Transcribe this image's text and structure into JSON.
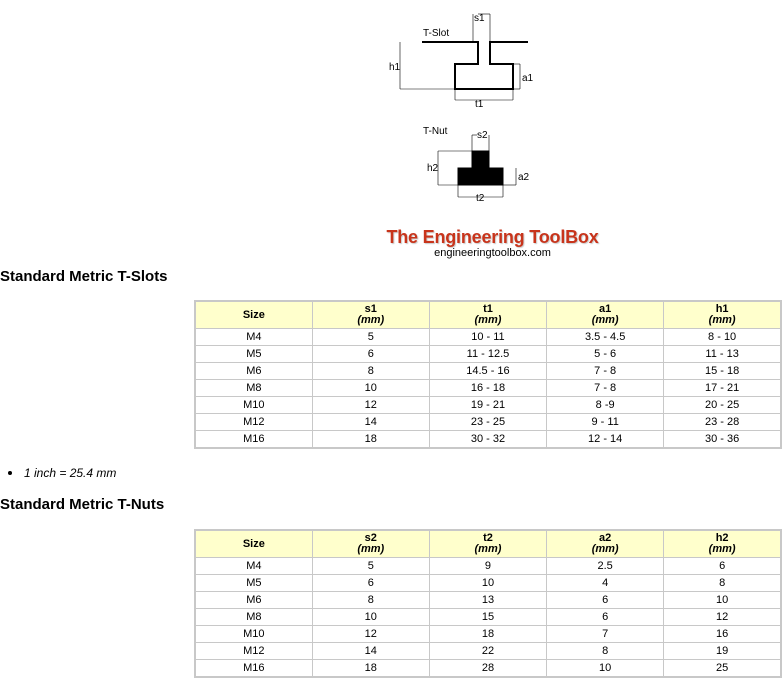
{
  "figure": {
    "tslot_label": "T-Slot",
    "tnut_label": "T-Nut",
    "dims_slot": {
      "s1": "s1",
      "h1": "h1",
      "a1": "a1",
      "t1": "t1"
    },
    "dims_nut": {
      "s2": "s2",
      "h2": "h2",
      "a2": "a2",
      "t2": "t2"
    }
  },
  "brand": {
    "title": "The Engineering ToolBox",
    "url": "engineeringtoolbox.com",
    "accent_color": "#c8341b"
  },
  "tslots": {
    "heading": "Standard Metric T-Slots",
    "columns": [
      {
        "label": "Size",
        "unit": ""
      },
      {
        "label": "s1",
        "unit": "(mm)"
      },
      {
        "label": "t1",
        "unit": "(mm)"
      },
      {
        "label": "a1",
        "unit": "(mm)"
      },
      {
        "label": "h1",
        "unit": "(mm)"
      }
    ],
    "rows": [
      [
        "M4",
        "5",
        "10 - 11",
        "3.5 - 4.5",
        "8 - 10"
      ],
      [
        "M5",
        "6",
        "11 - 12.5",
        "5 - 6",
        "11 - 13"
      ],
      [
        "M6",
        "8",
        "14.5 - 16",
        "7 - 8",
        "15 - 18"
      ],
      [
        "M8",
        "10",
        "16 - 18",
        "7 - 8",
        "17 - 21"
      ],
      [
        "M10",
        "12",
        "19 - 21",
        "8 -9",
        "20 - 25"
      ],
      [
        "M12",
        "14",
        "23 - 25",
        "9 - 11",
        "23 - 28"
      ],
      [
        "M16",
        "18",
        "30 - 32",
        "12 - 14",
        "30 - 36"
      ]
    ]
  },
  "note": "1 inch = 25.4 mm",
  "tnuts": {
    "heading": "Standard Metric T-Nuts",
    "columns": [
      {
        "label": "Size",
        "unit": ""
      },
      {
        "label": "s2",
        "unit": "(mm)"
      },
      {
        "label": "t2",
        "unit": "(mm)"
      },
      {
        "label": "a2",
        "unit": "(mm)"
      },
      {
        "label": "h2",
        "unit": "(mm)"
      }
    ],
    "rows": [
      [
        "M4",
        "5",
        "9",
        "2.5",
        "6"
      ],
      [
        "M5",
        "6",
        "10",
        "4",
        "8"
      ],
      [
        "M6",
        "8",
        "13",
        "6",
        "10"
      ],
      [
        "M8",
        "10",
        "15",
        "6",
        "12"
      ],
      [
        "M10",
        "12",
        "18",
        "7",
        "16"
      ],
      [
        "M12",
        "14",
        "22",
        "8",
        "19"
      ],
      [
        "M16",
        "18",
        "28",
        "10",
        "25"
      ]
    ]
  },
  "colors": {
    "header_bg": "#ffffcc",
    "grid": "#c8c8c8"
  }
}
